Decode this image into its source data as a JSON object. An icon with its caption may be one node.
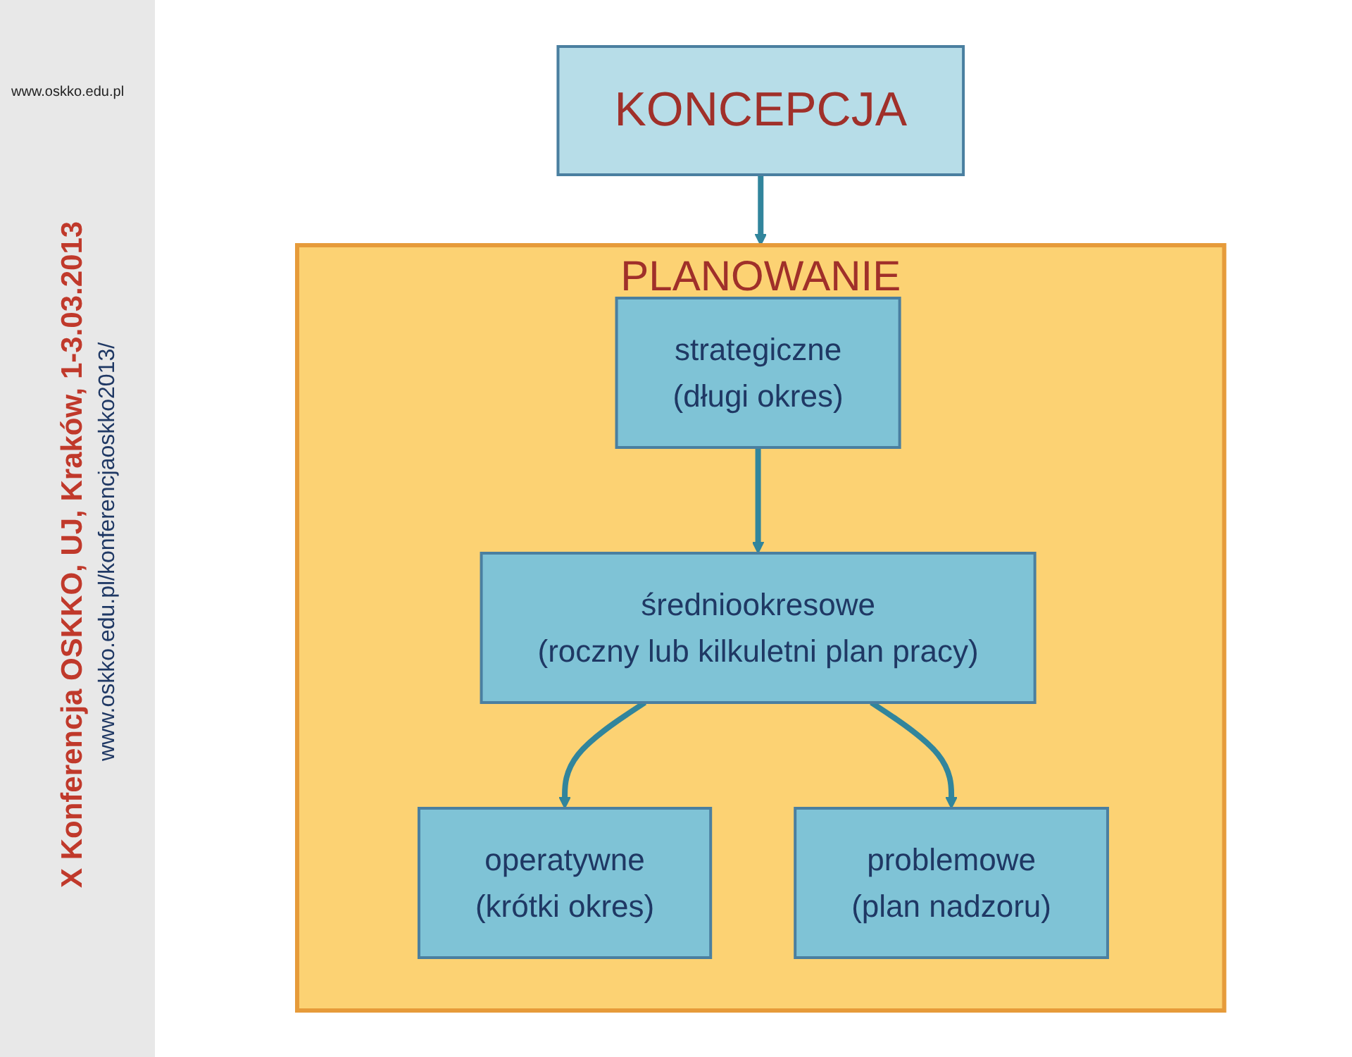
{
  "diagram": {
    "nodes": [
      {
        "text": [
          "KONCEPCJA"
        ]
      },
      {
        "text": [
          "PLANOWANIE"
        ]
      },
      {
        "text": [
          "strategiczne",
          "(długi okres)"
        ],
        "in": 1
      },
      {
        "text": [
          "średniookresowe",
          "(roczny lub kilkuletni plan pracy)"
        ],
        "in": 1
      },
      {
        "text": [
          "operatywne",
          "(krótki okres)"
        ],
        "in": 1
      },
      {
        "text": [
          "problemowe",
          "(plan nadzoru)"
        ],
        "in": 1
      }
    ],
    "edges": [
      {
        "from": 0,
        "to": 1,
        "arrow": "to"
      },
      {
        "from": 2,
        "to": 3,
        "arrow": "to"
      },
      {
        "from": 3,
        "to": 4,
        "arrow": "to"
      },
      {
        "from": 3,
        "to": 5,
        "arrow": "to"
      }
    ],
    "labels": [
      "www.oskko.edu.pl",
      "X Konferencja OSKKO, UJ, Kraków, 1-3.03.2013",
      "www.oskko.edu.pl/konferencjaoskko2013/"
    ]
  }
}
